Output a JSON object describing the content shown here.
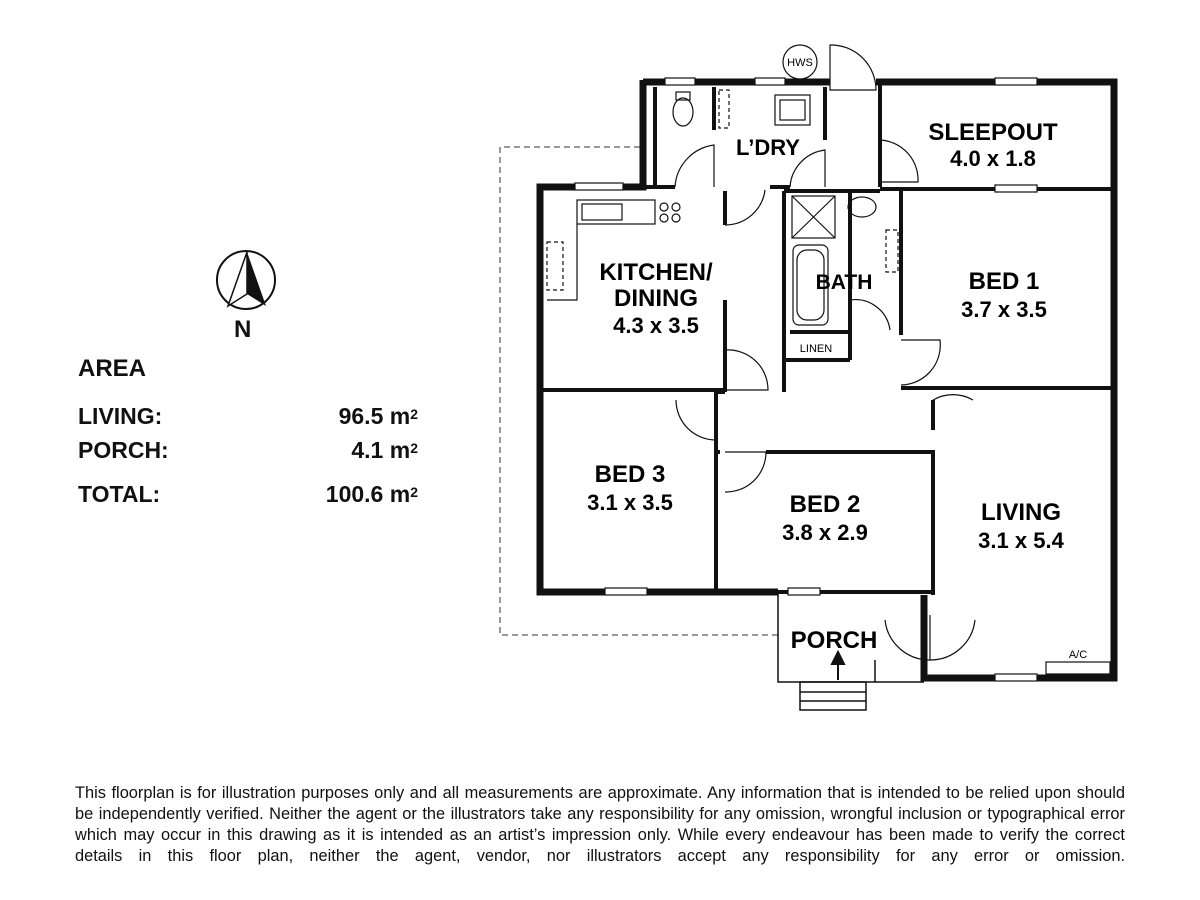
{
  "rooms": {
    "sleepout": {
      "name": "SLEEPOUT",
      "dims": "4.0 x 1.8"
    },
    "laundry": {
      "name": "L’DRY"
    },
    "kitchen": {
      "name_line1": "KITCHEN/",
      "name_line2": "DINING",
      "dims": "4.3 x 3.5"
    },
    "bath": {
      "name": "BATH"
    },
    "linen": {
      "name": "LINEN"
    },
    "bed1": {
      "name": "BED 1",
      "dims": "3.7 x 3.5"
    },
    "bed3": {
      "name": "BED 3",
      "dims": "3.1 x 3.5"
    },
    "bed2": {
      "name": "BED 2",
      "dims": "3.8 x 2.9"
    },
    "living": {
      "name": "LIVING",
      "dims": "3.1 x 5.4"
    },
    "porch": {
      "name": "PORCH"
    }
  },
  "fixtures": {
    "hws": "HWS",
    "ac": "A/C"
  },
  "compass": {
    "letter": "N"
  },
  "area": {
    "title": "AREA",
    "living_label": "LIVING:",
    "living_value": "96.5 m",
    "porch_label": "PORCH:",
    "porch_value": "4.1 m",
    "total_label": "TOTAL:",
    "total_value": "100.6 m",
    "unit_power": "2"
  },
  "disclaimer": "This floorplan is for illustration purposes only and all measurements are approximate. Any information that is intended to be relied upon should be independently verified. Neither the agent or the illustrators take any responsibility for any omission, wrongful inclusion or typographical error which may occur in this drawing as it is intended as an artist’s impression only. While every endeavour has been made to verify the correct details in this floor plan, neither the agent, vendor, nor illustrators accept any responsibility for any error or omission."
}
